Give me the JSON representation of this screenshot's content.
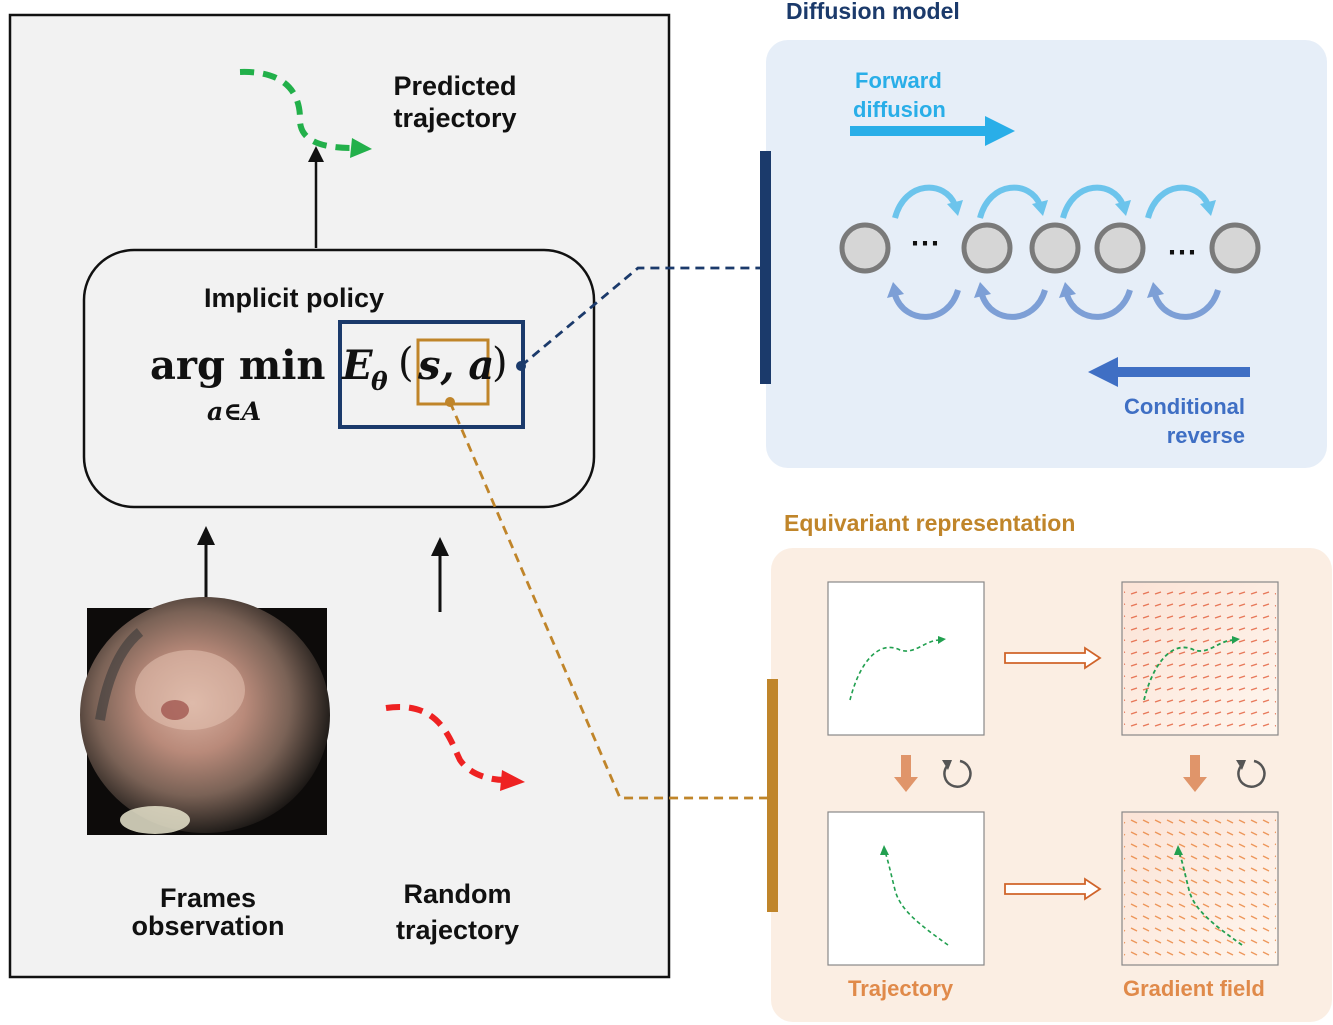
{
  "left_panel": {
    "predicted_label_line1": "Predicted",
    "predicted_label_line2": "trajectory",
    "policy_title": "Implicit policy",
    "formula_argmin": "arg min",
    "formula_subscript": "a∈A",
    "formula_energy": "E",
    "formula_theta": "θ",
    "formula_open": "(",
    "formula_args": "s, a",
    "formula_close": ")",
    "frames_label_line1": "Frames",
    "frames_label_line2": "observation",
    "random_label_line1": "Random",
    "random_label_line2": "trajectory"
  },
  "diffusion_panel": {
    "title": "Diffusion model",
    "forward_line1": "Forward",
    "forward_line2": "diffusion",
    "ellipsis": "⋯",
    "reverse_line1": "Conditional",
    "reverse_line2": "reverse"
  },
  "equivariant_panel": {
    "title": "Equivariant representation",
    "trajectory_label": "Trajectory",
    "gradient_label": "Gradient field"
  },
  "colors": {
    "navy": "#1b3a6b",
    "forward_cyan": "#29aee8",
    "reverse_blue": "#3f6fc4",
    "orange_brown": "#c0852a",
    "orange_label": "#e08a4a",
    "green_dash": "#22b04a",
    "red_dash": "#ee2222"
  }
}
